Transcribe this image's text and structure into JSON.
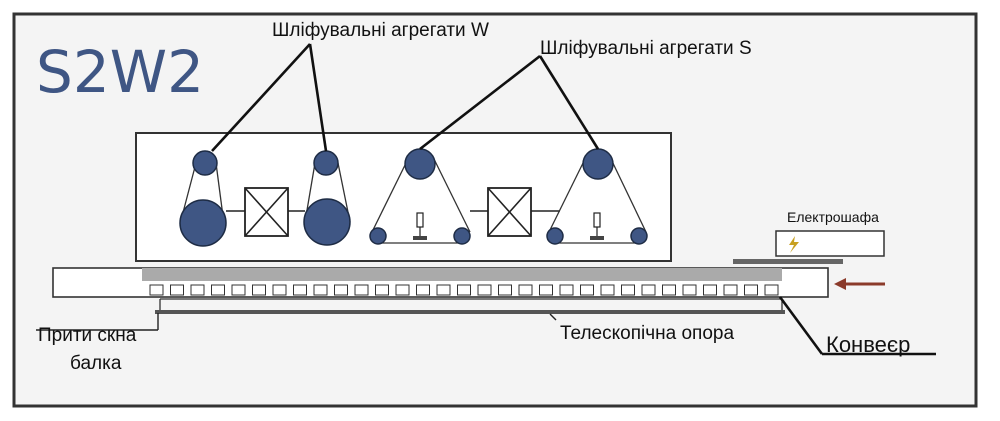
{
  "title": "S2W2",
  "labels": {
    "units_w": "Шліфувальні агрегати W",
    "units_s": "Шліфувальні агрегати S",
    "cabinet": "Електрошафа",
    "beam_line1": "Прити скна",
    "beam_line2": "балка",
    "support": "Телескопічна опора",
    "conveyor": "Конвеєр"
  },
  "colors": {
    "drum": "#3f5684",
    "title": "#3f5684",
    "arrow": "#8b3a2a",
    "frame": "#333333",
    "background": "#f4f4f4"
  },
  "icons": {
    "motor": "cross-box-icon",
    "feed": "arrow-left-icon",
    "cabinet": "lightning-icon"
  }
}
